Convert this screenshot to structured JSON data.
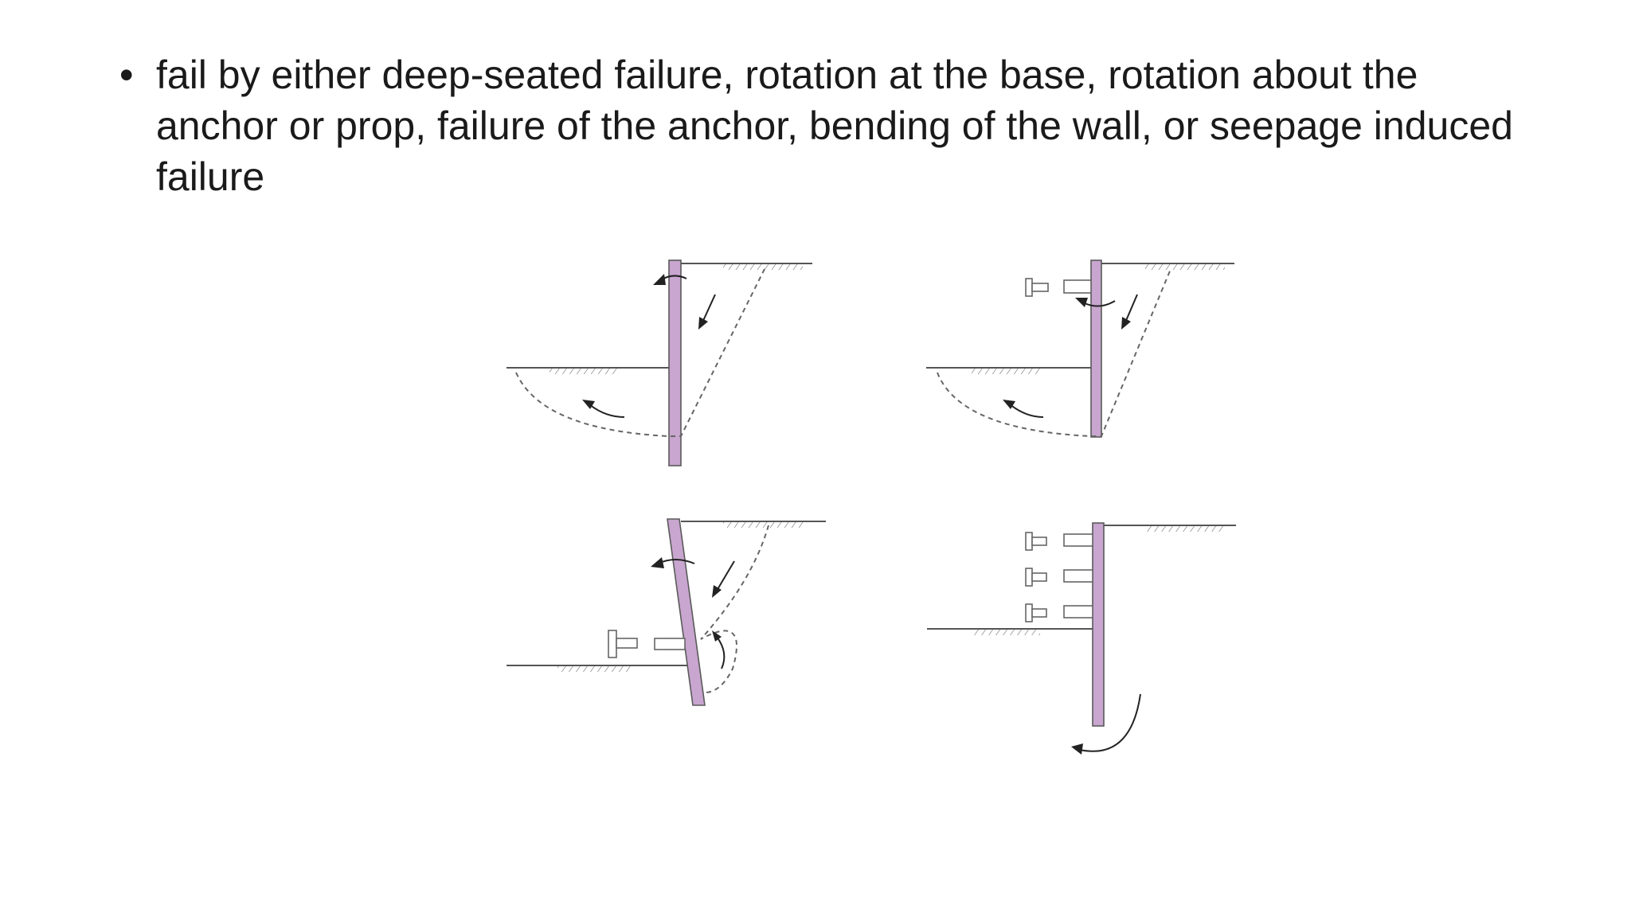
{
  "bullet": {
    "symbol": "•",
    "text": "fail by either deep-seated failure, rotation at the base, rotation about the anchor or prop, failure of the anchor, bending of the wall, or seepage induced failure"
  },
  "colors": {
    "wall_fill": "#c8a6cf",
    "line": "#555555",
    "text": "#1a1a1a"
  },
  "figures": [
    {
      "mode": "deep-seated failure"
    },
    {
      "mode": "failure with anchor / prop"
    },
    {
      "mode": "rotation about the anchor or prop"
    },
    {
      "mode": "multiple anchors, failure at the toe"
    }
  ]
}
